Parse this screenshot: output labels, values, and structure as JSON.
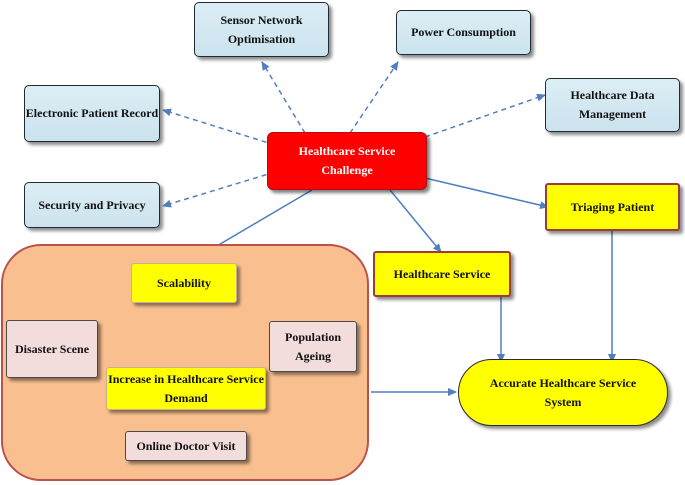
{
  "nodes": {
    "center": {
      "label": "Healthcare Service Challenge"
    },
    "sensor": {
      "label": "Sensor Network Optimisation"
    },
    "power": {
      "label": "Power Consumption"
    },
    "ehr": {
      "label": "Electronic Patient Record"
    },
    "data_mgmt": {
      "label": "Healthcare Data Management"
    },
    "security": {
      "label": "Security and Privacy"
    },
    "triaging": {
      "label": "Triaging Patient"
    },
    "service": {
      "label": "Healthcare Service"
    },
    "accurate": {
      "label": "Accurate Healthcare Service System"
    },
    "scalability": {
      "label": "Scalability"
    },
    "disaster": {
      "label": "Disaster Scene"
    },
    "ageing": {
      "label": "Population Ageing"
    },
    "demand": {
      "label": "Increase in Healthcare Service Demand"
    },
    "online": {
      "label": "Online Doctor Visit"
    }
  },
  "colors": {
    "edge": "#4f7fbf",
    "center_fill": "#ff0000",
    "highlight_fill": "#ffff00",
    "info_fill": "#d4e8f1",
    "factor_fill": "#f3dcdc",
    "region_fill": "#f9bf8f",
    "region_border": "#b8524a"
  },
  "edges": [
    {
      "from": "center",
      "to": "sensor",
      "style": "dashed"
    },
    {
      "from": "center",
      "to": "power",
      "style": "dashed"
    },
    {
      "from": "center",
      "to": "ehr",
      "style": "dashed"
    },
    {
      "from": "center",
      "to": "data_mgmt",
      "style": "dashed"
    },
    {
      "from": "center",
      "to": "security",
      "style": "dashed"
    },
    {
      "from": "center",
      "to": "triaging",
      "style": "solid"
    },
    {
      "from": "center",
      "to": "service",
      "style": "solid"
    },
    {
      "from": "center",
      "to": "scalability",
      "style": "solid"
    },
    {
      "from": "disaster",
      "to": "scalability",
      "style": "solid"
    },
    {
      "from": "ageing",
      "to": "scalability",
      "style": "solid"
    },
    {
      "from": "scalability",
      "to": "demand",
      "style": "solid"
    },
    {
      "from": "service",
      "to": "accurate",
      "style": "solid"
    },
    {
      "from": "triaging",
      "to": "accurate",
      "style": "solid"
    },
    {
      "from": "region",
      "to": "accurate",
      "style": "solid"
    }
  ]
}
